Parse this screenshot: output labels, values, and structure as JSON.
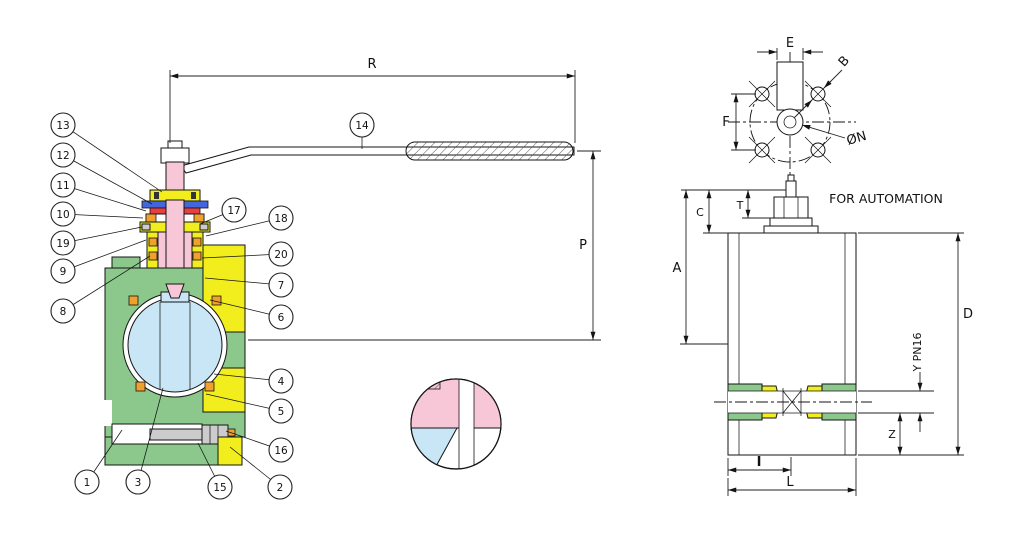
{
  "drawing": {
    "callouts": {
      "c1": "1",
      "c2": "2",
      "c3": "3",
      "c4": "4",
      "c5": "5",
      "c6": "6",
      "c7": "7",
      "c8": "8",
      "c9": "9",
      "c10": "10",
      "c11": "11",
      "c12": "12",
      "c13": "13",
      "c14": "14",
      "c15": "15",
      "c16": "16",
      "c17": "17",
      "c18": "18",
      "c19": "19",
      "c20": "20"
    },
    "dimensions": {
      "R": "R",
      "P": "P",
      "E": "E",
      "B": "B",
      "F": "F",
      "diaN": "ØN",
      "T": "T",
      "C": "C",
      "A": "A",
      "D": "D",
      "Y": "Y PN16",
      "Z": "Z",
      "I": "I",
      "L": "L"
    },
    "labels": {
      "automation": "FOR AUTOMATION"
    },
    "colors": {
      "body": "#8cc88c",
      "seat": "#f2ee1e",
      "stem": "#f7c7d8",
      "ball": "#c9e6f6",
      "seal_orange": "#f0a02c",
      "seal_red": "#e84040",
      "washer_blue": "#4466dd",
      "metal": "#cccccc",
      "line": "#141414"
    }
  }
}
